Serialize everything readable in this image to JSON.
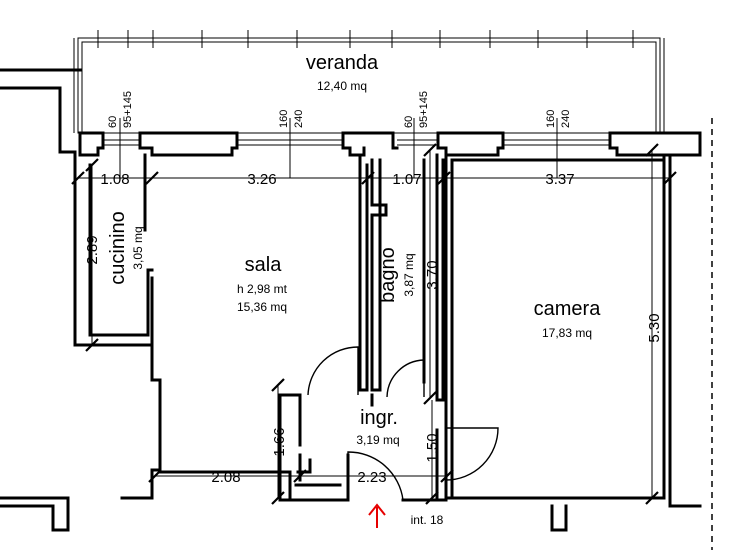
{
  "rooms": {
    "veranda": {
      "name": "veranda",
      "area": "12,40 mq"
    },
    "cucinino": {
      "name": "cucinino",
      "area": "3,05 mq"
    },
    "sala": {
      "name": "sala",
      "height": "h 2,98 mt",
      "area": "15,36 mq"
    },
    "bagno": {
      "name": "bagno",
      "area": "3,87 mq"
    },
    "camera": {
      "name": "camera",
      "area": "17,83 mq"
    },
    "ingresso": {
      "name": "ingr.",
      "area": "3,19 mq"
    }
  },
  "dimensions": {
    "cucinino_width": "1.08",
    "sala_width": "3.26",
    "bagno_width": "1.07",
    "camera_width": "3.37",
    "cucinino_depth": "2.89",
    "bagno_depth": "3.70",
    "camera_depth": "5.30",
    "sala_lower_width": "2.08",
    "ingresso_width": "2.23",
    "ingresso_depth_left": "1.66",
    "ingresso_depth_right": "1.50"
  },
  "windows": {
    "w1": {
      "sill": "60",
      "size": "95+145"
    },
    "w2": {
      "sill": "160",
      "size": "240"
    },
    "w3": {
      "sill": "60",
      "size": "95+145"
    },
    "w4": {
      "sill": "160",
      "size": "240"
    }
  },
  "entrance": {
    "label": "int. 18",
    "arrow_color": "#e60000"
  },
  "colors": {
    "line": "#000000",
    "background": "#ffffff"
  }
}
